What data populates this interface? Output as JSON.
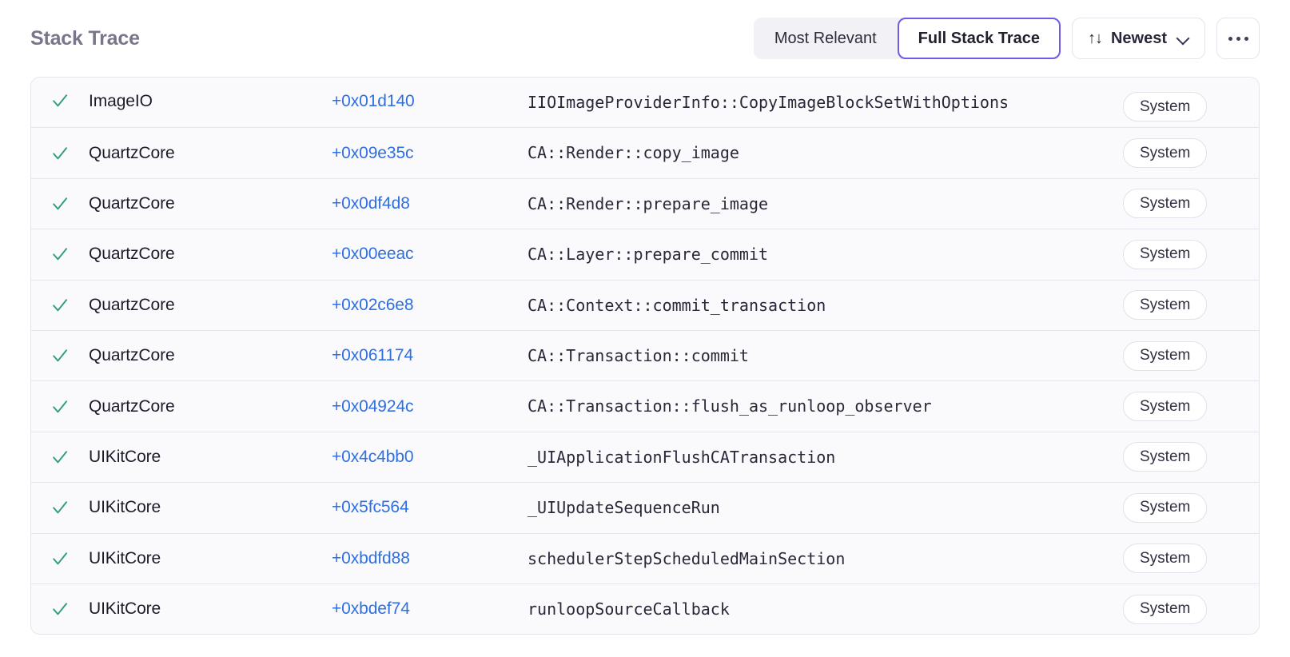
{
  "header": {
    "title": "Stack Trace",
    "segmented": {
      "options": [
        {
          "label": "Most Relevant",
          "active": false
        },
        {
          "label": "Full Stack Trace",
          "active": true
        }
      ]
    },
    "sort": {
      "icon": "sort-arrows-icon",
      "glyph": "↑↓",
      "label": "Newest",
      "chevron": "chevron-down-icon"
    },
    "more": {
      "icon": "ellipsis-icon",
      "label": "···"
    }
  },
  "colors": {
    "accent": "#6c5ce7",
    "link": "#2f6fe0",
    "check": "#2e9e77",
    "title": "#78768a",
    "row_bg": "#fafafc",
    "border": "#e6e4ec"
  },
  "table": {
    "check_icon": "checkmark-icon",
    "rows": [
      {
        "checked": true,
        "module": "ImageIO",
        "offset": "+0x01d140",
        "function": "IIOImageProviderInfo::CopyImageBlockSetWithOptions",
        "badge": "System",
        "tall": true
      },
      {
        "checked": true,
        "module": "QuartzCore",
        "offset": "+0x09e35c",
        "function": "CA::Render::copy_image",
        "badge": "System",
        "tall": false
      },
      {
        "checked": true,
        "module": "QuartzCore",
        "offset": "+0x0df4d8",
        "function": "CA::Render::prepare_image",
        "badge": "System",
        "tall": false
      },
      {
        "checked": true,
        "module": "QuartzCore",
        "offset": "+0x00eeac",
        "function": "CA::Layer::prepare_commit",
        "badge": "System",
        "tall": false
      },
      {
        "checked": true,
        "module": "QuartzCore",
        "offset": "+0x02c6e8",
        "function": "CA::Context::commit_transaction",
        "badge": "System",
        "tall": false
      },
      {
        "checked": true,
        "module": "QuartzCore",
        "offset": "+0x061174",
        "function": "CA::Transaction::commit",
        "badge": "System",
        "tall": false
      },
      {
        "checked": true,
        "module": "QuartzCore",
        "offset": "+0x04924c",
        "function": "CA::Transaction::flush_as_runloop_observer",
        "badge": "System",
        "tall": false
      },
      {
        "checked": true,
        "module": "UIKitCore",
        "offset": "+0x4c4bb0",
        "function": "_UIApplicationFlushCATransaction",
        "badge": "System",
        "tall": false
      },
      {
        "checked": true,
        "module": "UIKitCore",
        "offset": "+0x5fc564",
        "function": "_UIUpdateSequenceRun",
        "badge": "System",
        "tall": false
      },
      {
        "checked": true,
        "module": "UIKitCore",
        "offset": "+0xbdfd88",
        "function": "schedulerStepScheduledMainSection",
        "badge": "System",
        "tall": false
      },
      {
        "checked": true,
        "module": "UIKitCore",
        "offset": "+0xbdef74",
        "function": "runloopSourceCallback",
        "badge": "System",
        "tall": false
      }
    ]
  }
}
